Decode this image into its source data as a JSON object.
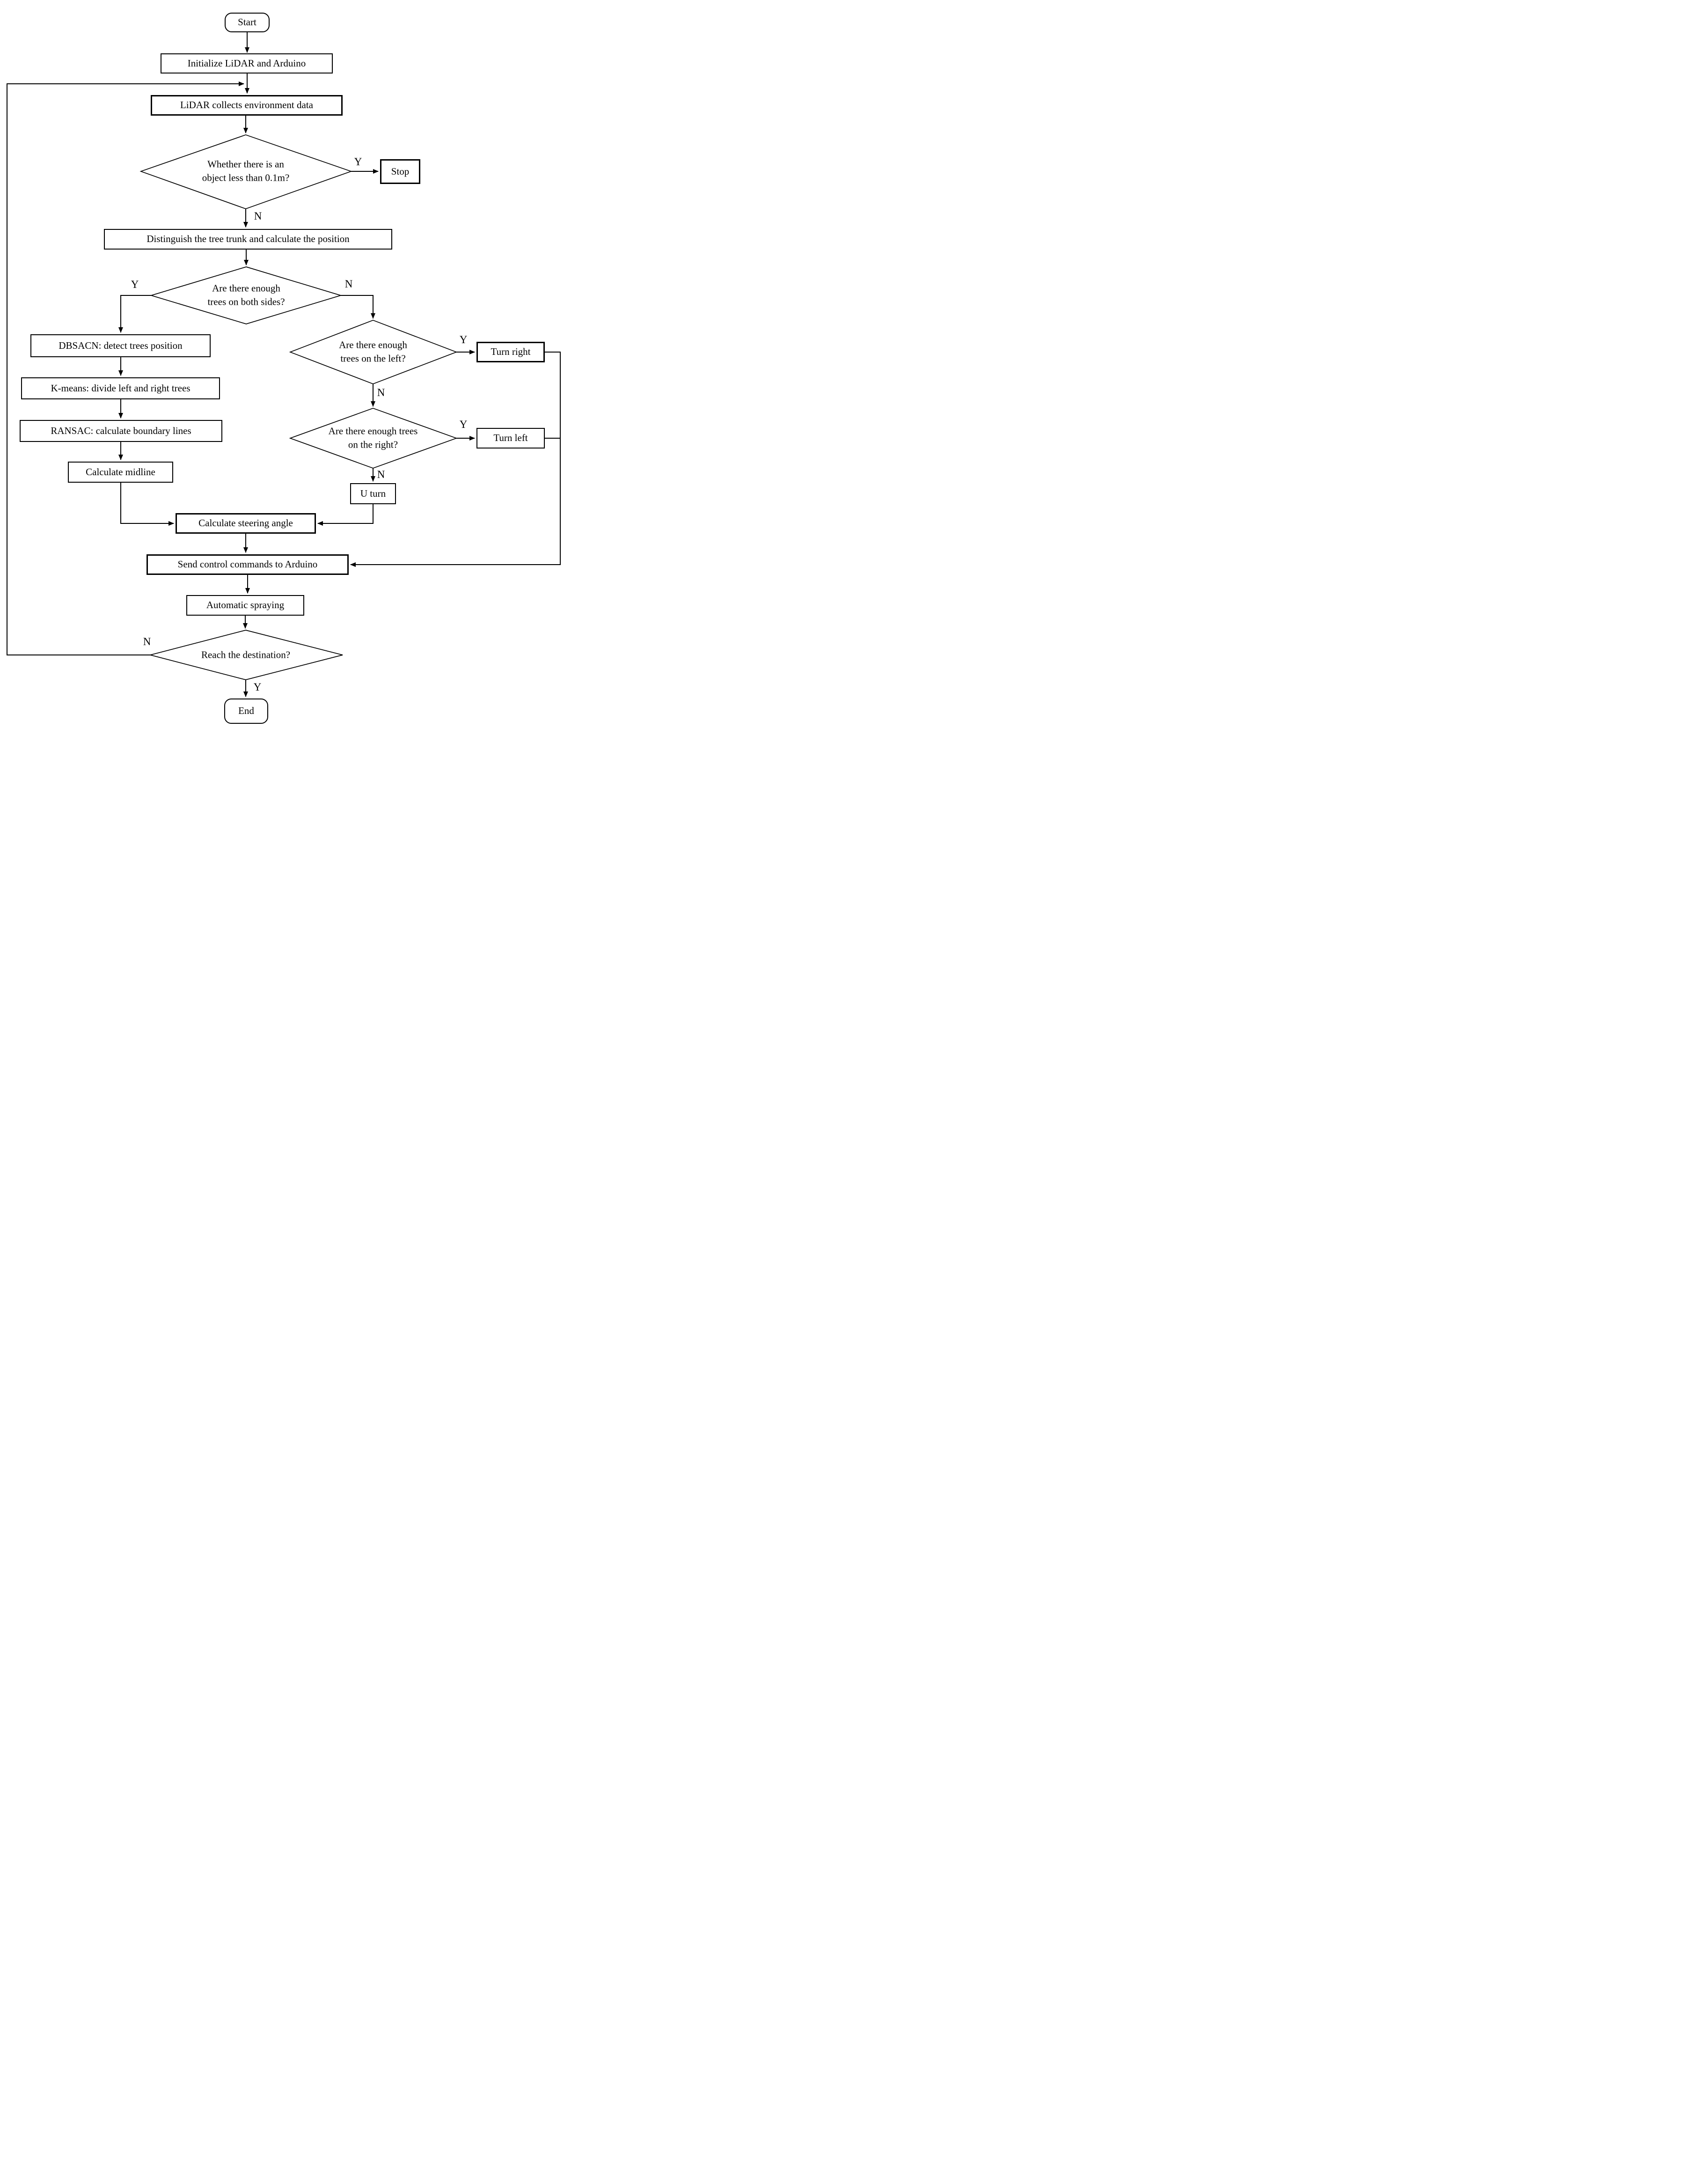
{
  "diagram": {
    "description": "Flowchart of LiDAR-guided autonomous orchard sprayer navigation logic",
    "colors": {
      "line": "#000000",
      "background": "#ffffff",
      "text": "#000000"
    }
  },
  "nodes": {
    "start": {
      "type": "terminal",
      "label": "Start"
    },
    "init": {
      "type": "process",
      "label": "Initialize LiDAR and Arduino"
    },
    "collect": {
      "type": "process",
      "label": "LiDAR collects environment data"
    },
    "obstacle": {
      "type": "decision",
      "label": "Whether there is an object less than 0.1m?"
    },
    "stop": {
      "type": "process",
      "label": "Stop"
    },
    "distinguish": {
      "type": "process",
      "label": "Distinguish the tree trunk and calculate the position"
    },
    "both_sides": {
      "type": "decision",
      "label": "Are there enough trees on both sides?"
    },
    "dbscan": {
      "type": "process",
      "label": "DBSACN: detect trees position"
    },
    "kmeans": {
      "type": "process",
      "label": "K-means: divide left and right trees"
    },
    "ransac": {
      "type": "process",
      "label": "RANSAC: calculate boundary lines"
    },
    "midline": {
      "type": "process",
      "label": "Calculate midline"
    },
    "left_trees": {
      "type": "decision",
      "label": "Are there enough trees on the left?"
    },
    "turn_right": {
      "type": "process",
      "label": "Turn right"
    },
    "right_trees": {
      "type": "decision",
      "label": "Are there enough trees on the right?"
    },
    "turn_left": {
      "type": "process",
      "label": "Turn left"
    },
    "u_turn": {
      "type": "process",
      "label": "U turn"
    },
    "steering": {
      "type": "process",
      "label": "Calculate steering angle"
    },
    "send": {
      "type": "process",
      "label": "Send control commands to Arduino"
    },
    "spray": {
      "type": "process",
      "label": "Automatic spraying"
    },
    "reach": {
      "type": "decision",
      "label": "Reach the destination?"
    },
    "end": {
      "type": "terminal",
      "label": "End"
    }
  },
  "edge_labels": {
    "obstacle_y": "Y",
    "obstacle_n": "N",
    "both_y": "Y",
    "both_n": "N",
    "left_y": "Y",
    "left_n": "N",
    "right_y": "Y",
    "right_n": "N",
    "reach_y": "Y",
    "reach_n": "N"
  }
}
